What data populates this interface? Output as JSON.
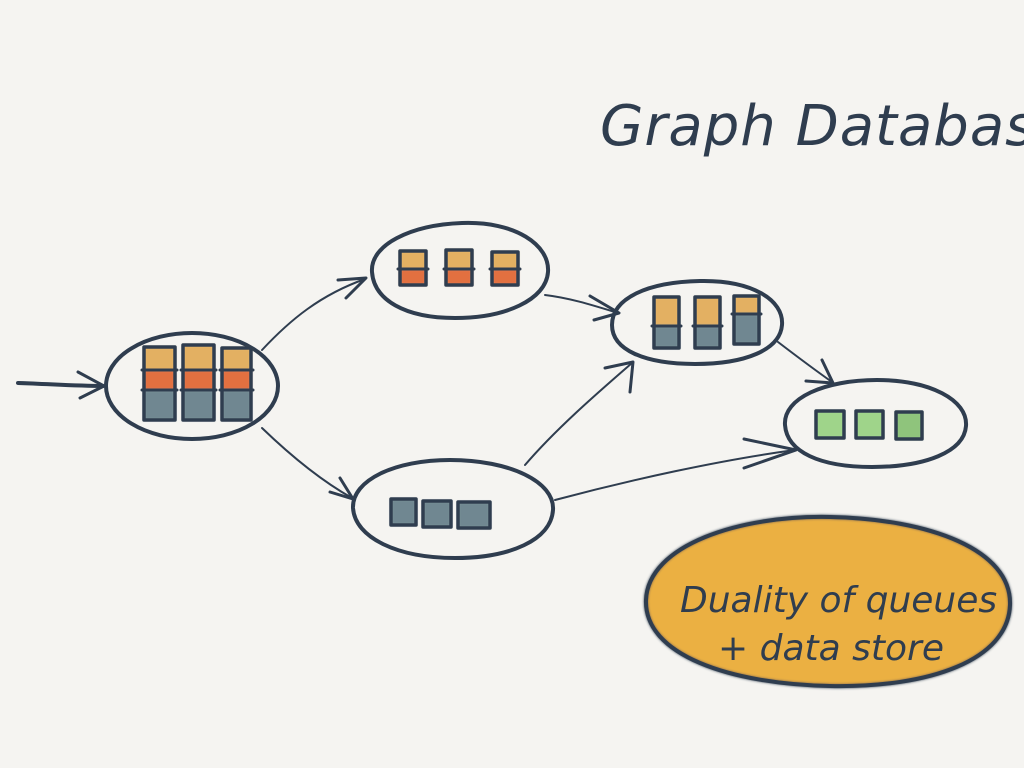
{
  "title": "Graph Database?",
  "note": {
    "line1": "Duality of queues",
    "line2": "+ data store"
  },
  "colors": {
    "ink": "#2f3d4f",
    "background": "#f5f4f1",
    "highlight": "#ebb042",
    "amber": "#e3b062",
    "orange": "#e2703f",
    "slate": "#6f8791",
    "green": "#9fd48a"
  },
  "icons": {
    "incoming": "arrow-right-icon",
    "queue_block": "storage-block-icon"
  }
}
